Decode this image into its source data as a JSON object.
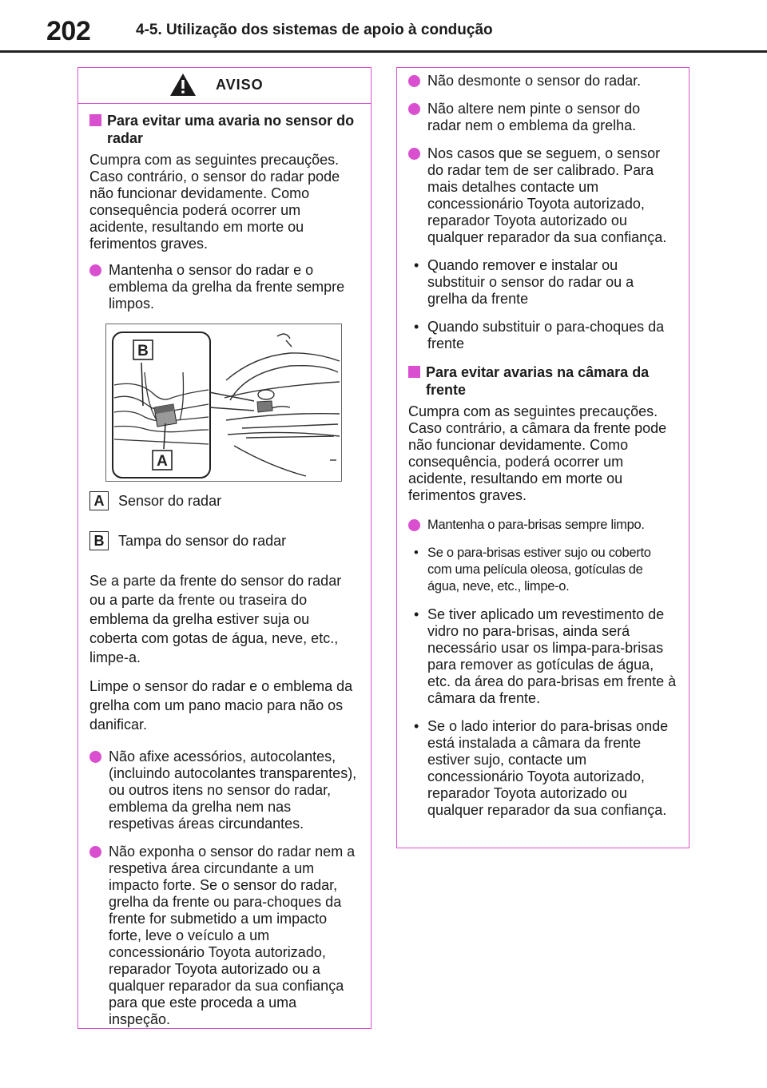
{
  "header": {
    "page_number": "202",
    "section_title": "4-5. Utilização dos sistemas de apoio à condução"
  },
  "colors": {
    "accent": "#d94fcf",
    "text": "#1a1a1a"
  },
  "left": {
    "warning_title": "AVISO",
    "warning_icon": "warning-triangle-icon",
    "subhead": "Para evitar uma avaria no sensor do radar",
    "intro": "Cumpra com as seguintes precauções. Caso contrário, o sensor do radar pode não funcionar devidamente. Como consequência poderá ocorrer um acidente, resultando em morte ou ferimentos graves.",
    "bullet1": "Mantenha o sensor do radar e o emblema da grelha da frente sempre limpos.",
    "figure": {
      "callout_a": "A",
      "callout_b": "B"
    },
    "legend": [
      {
        "key": "A",
        "label": "Sensor do radar"
      },
      {
        "key": "B",
        "label": "Tampa do sensor do radar"
      }
    ],
    "para1": "Se a parte da frente do sensor do radar ou a parte da frente ou traseira do emblema da grelha estiver suja ou coberta com gotas de água, neve, etc., limpe-a.",
    "para2": "Limpe o sensor do radar e o emblema da grelha com um pano macio para não os danificar.",
    "bullet2": "Não afixe acessórios, autocolantes, (incluindo autocolantes transparentes), ou outros itens no sensor do radar, emblema da grelha nem nas respetivas áreas circundantes.",
    "bullet3": "Não exponha o sensor do radar nem a respetiva área circundante a um impacto forte. Se o sensor do radar, grelha da frente ou para-choques da frente for submetido a um impacto forte, leve o veículo a um concessionário Toyota autorizado, reparador Toyota autorizado ou a qualquer reparador da sua confiança para que este proceda a uma inspeção."
  },
  "right": {
    "bullet1": "Não desmonte o sensor do radar.",
    "bullet2": "Não altere nem pinte o sensor do radar nem o emblema da grelha.",
    "bullet3": "Nos casos que se seguem, o sensor do radar tem de ser calibrado. Para mais detalhes contacte um concessionário Toyota autorizado, reparador Toyota autorizado ou qualquer reparador da sua confiança.",
    "sub1": "Quando remover e instalar ou substituir o sensor do radar ou a grelha da frente",
    "sub2": "Quando substituir o para-choques da frente",
    "subhead": "Para evitar avarias na câmara da frente",
    "intro": "Cumpra com as seguintes precauções. Caso contrário, a câmara da frente pode não funcionar devidamente. Como consequência, poderá ocorrer um acidente, resultando em morte ou ferimentos graves.",
    "bullet4": "Mantenha o para-brisas sempre limpo.",
    "sub3": "Se o para-brisas estiver sujo ou coberto com uma película oleosa, gotículas de água, neve, etc., limpe-o.",
    "sub4": "Se tiver aplicado um revestimento de vidro no para-brisas, ainda será necessário usar os limpa-para-brisas para remover as gotículas de água, etc. da área do para-brisas em frente à câmara da frente.",
    "sub5": "Se o lado interior do para-brisas onde está instalada a câmara da frente estiver sujo, contacte um concessionário Toyota autorizado, reparador Toyota autorizado ou qualquer reparador da sua confiança.",
    "sub_mark": "•"
  }
}
